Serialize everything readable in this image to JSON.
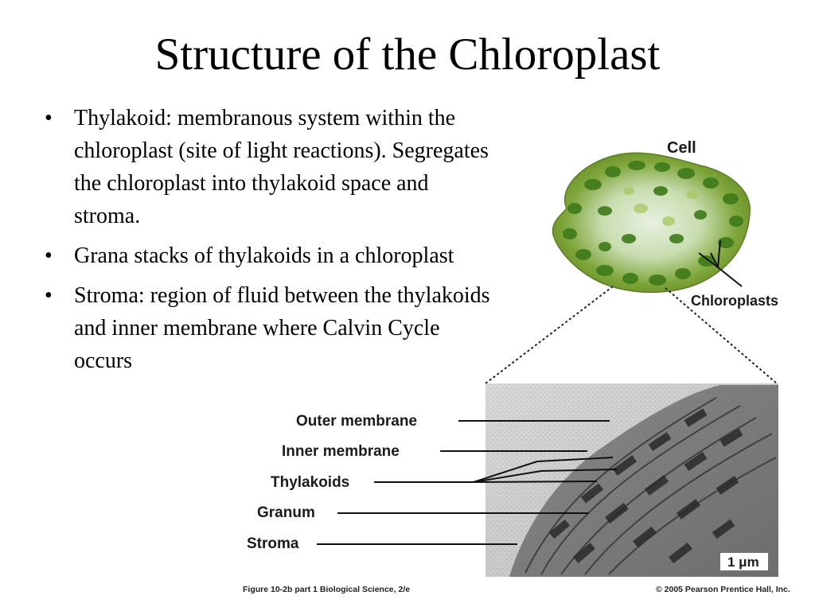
{
  "slide": {
    "title": "Structure of the Chloroplast",
    "bullets": [
      "Thylakoid: membranous system within the chloroplast (site of light reactions). Segregates the chloroplast into thylakoid space and stroma.",
      "Grana stacks of thylakoids in a chloroplast",
      "Stroma: region of fluid between the thylakoids and inner membrane where Calvin Cycle occurs"
    ]
  },
  "figure": {
    "cell_label": "Cell",
    "chloroplasts_label": "Chloroplasts",
    "labels": {
      "outer_membrane": "Outer membrane",
      "inner_membrane": "Inner membrane",
      "thylakoids": "Thylakoids",
      "granum": "Granum",
      "stroma": "Stroma"
    },
    "scale_bar": "1 μm",
    "caption_left": "Figure 10-2b part 1   Biological Science, 2/e",
    "caption_right": "© 2005 Pearson Prentice Hall, Inc.",
    "colors": {
      "cell_green": "#6f9a2c",
      "chloroplast_green": "#3f7a1a",
      "micrograph_gray": "#9a9a9a"
    }
  }
}
